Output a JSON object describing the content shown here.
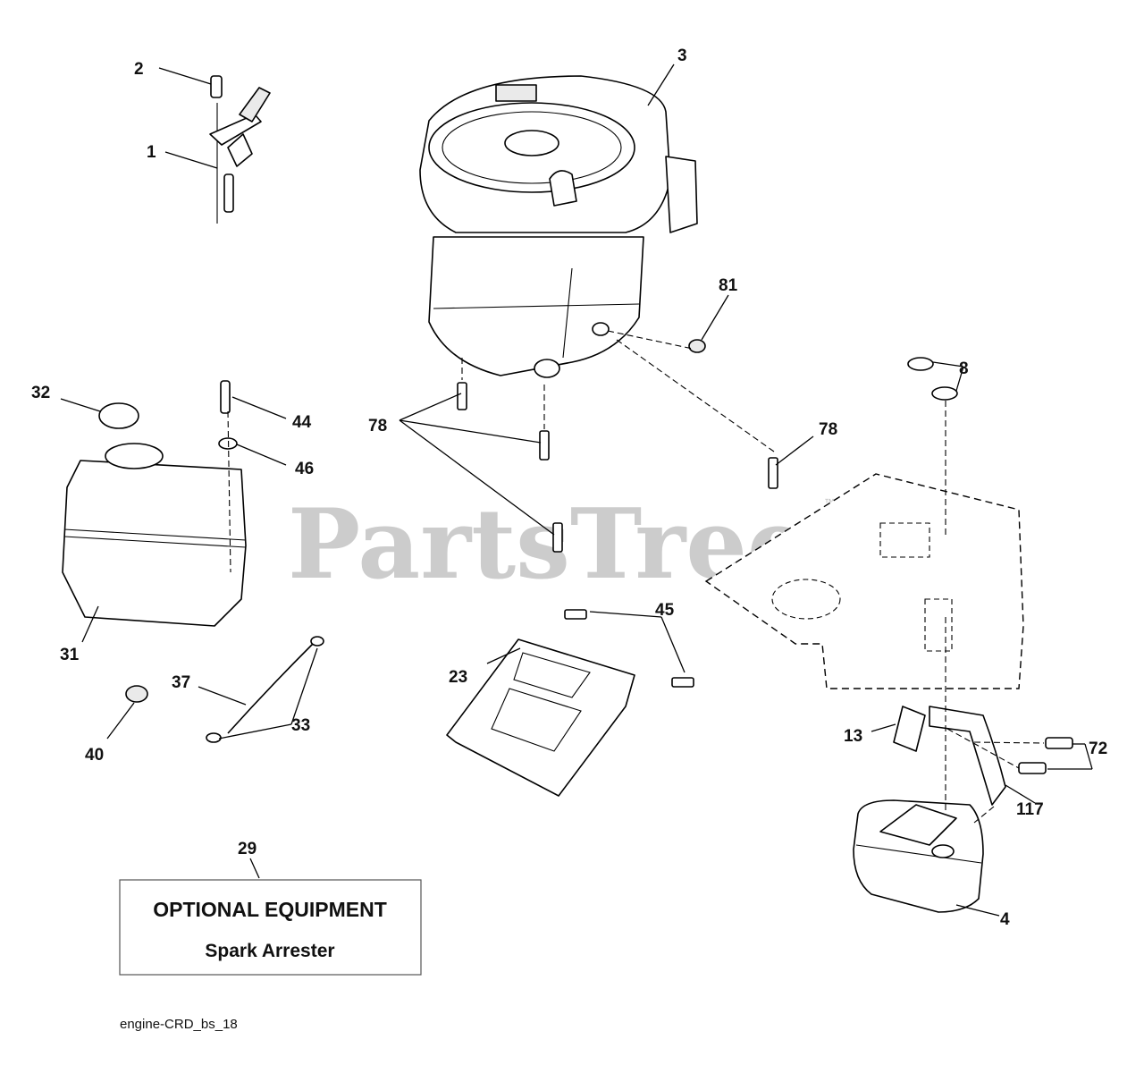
{
  "watermark": {
    "text": "PartsTree",
    "trademark": "™"
  },
  "callouts": {
    "c1": "1",
    "c2": "2",
    "c3": "3",
    "c4": "4",
    "c8": "8",
    "c13": "13",
    "c23": "23",
    "c29": "29",
    "c31": "31",
    "c32": "32",
    "c33": "33",
    "c37": "37",
    "c40": "40",
    "c44": "44",
    "c45": "45",
    "c46": "46",
    "c72": "72",
    "c78a": "78",
    "c78b": "78",
    "c81": "81",
    "c117": "117"
  },
  "optional_box": {
    "title": "OPTIONAL EQUIPMENT",
    "subtitle": "Spark Arrester"
  },
  "diagram_id": "engine-CRD_bs_18",
  "icons": [
    "throttle-control-icon",
    "engine-icon",
    "fuel-tank-icon",
    "muffler-icon",
    "chassis-plate-icon",
    "heat-shield-icon"
  ]
}
